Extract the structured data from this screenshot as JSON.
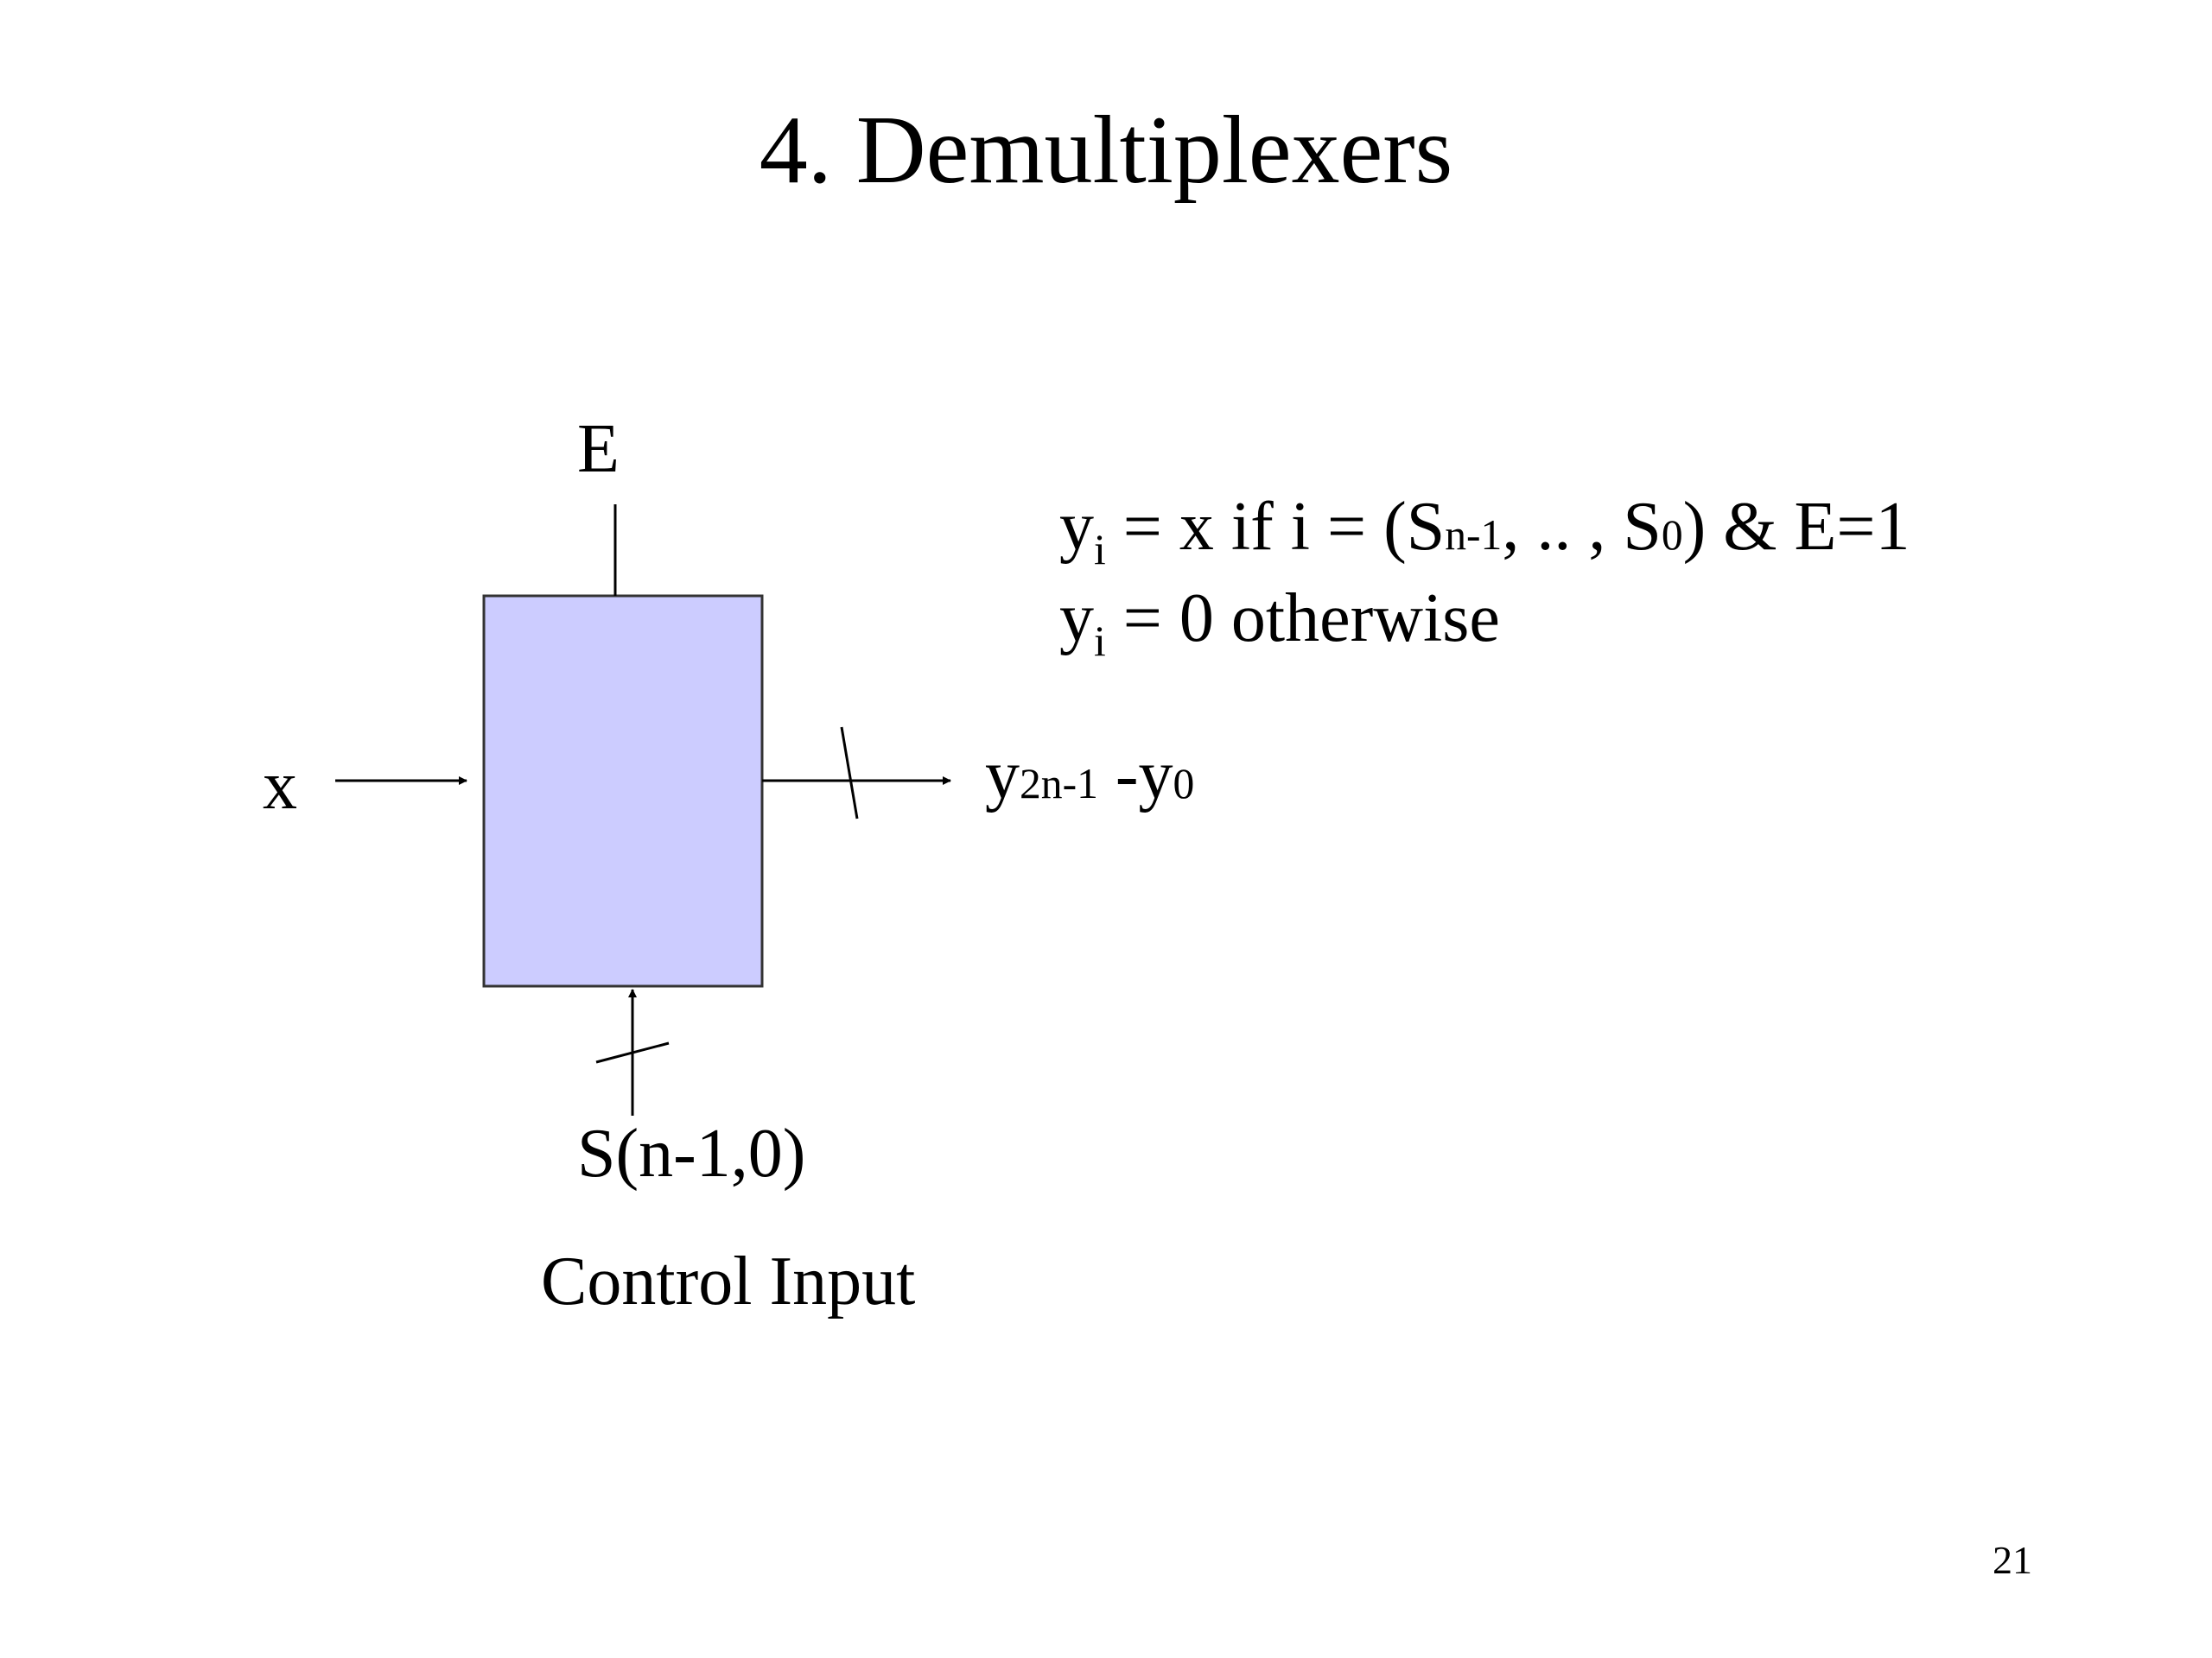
{
  "title": "4. Demultiplexers",
  "diagram": {
    "block_fill": "#ccccff",
    "block_stroke": "#333333",
    "labels": {
      "enable": "E",
      "input": "x",
      "output_y": "y",
      "output_high_sub": "2n-1",
      "output_sep": " -y",
      "output_low_sub": "0",
      "select": "S(n-1,0)",
      "control": "Control Input"
    }
  },
  "equations": {
    "line1": {
      "y": "y",
      "i": "i",
      "mid": " = x if i = (S",
      "s_high_sub": "n-1",
      "mid2": ", .. , S",
      "s_low_sub": "0",
      "end": ") & E=1"
    },
    "line2": {
      "y": "y",
      "i": "i",
      "rest": " = 0 otherwise"
    }
  },
  "page_number": "21"
}
